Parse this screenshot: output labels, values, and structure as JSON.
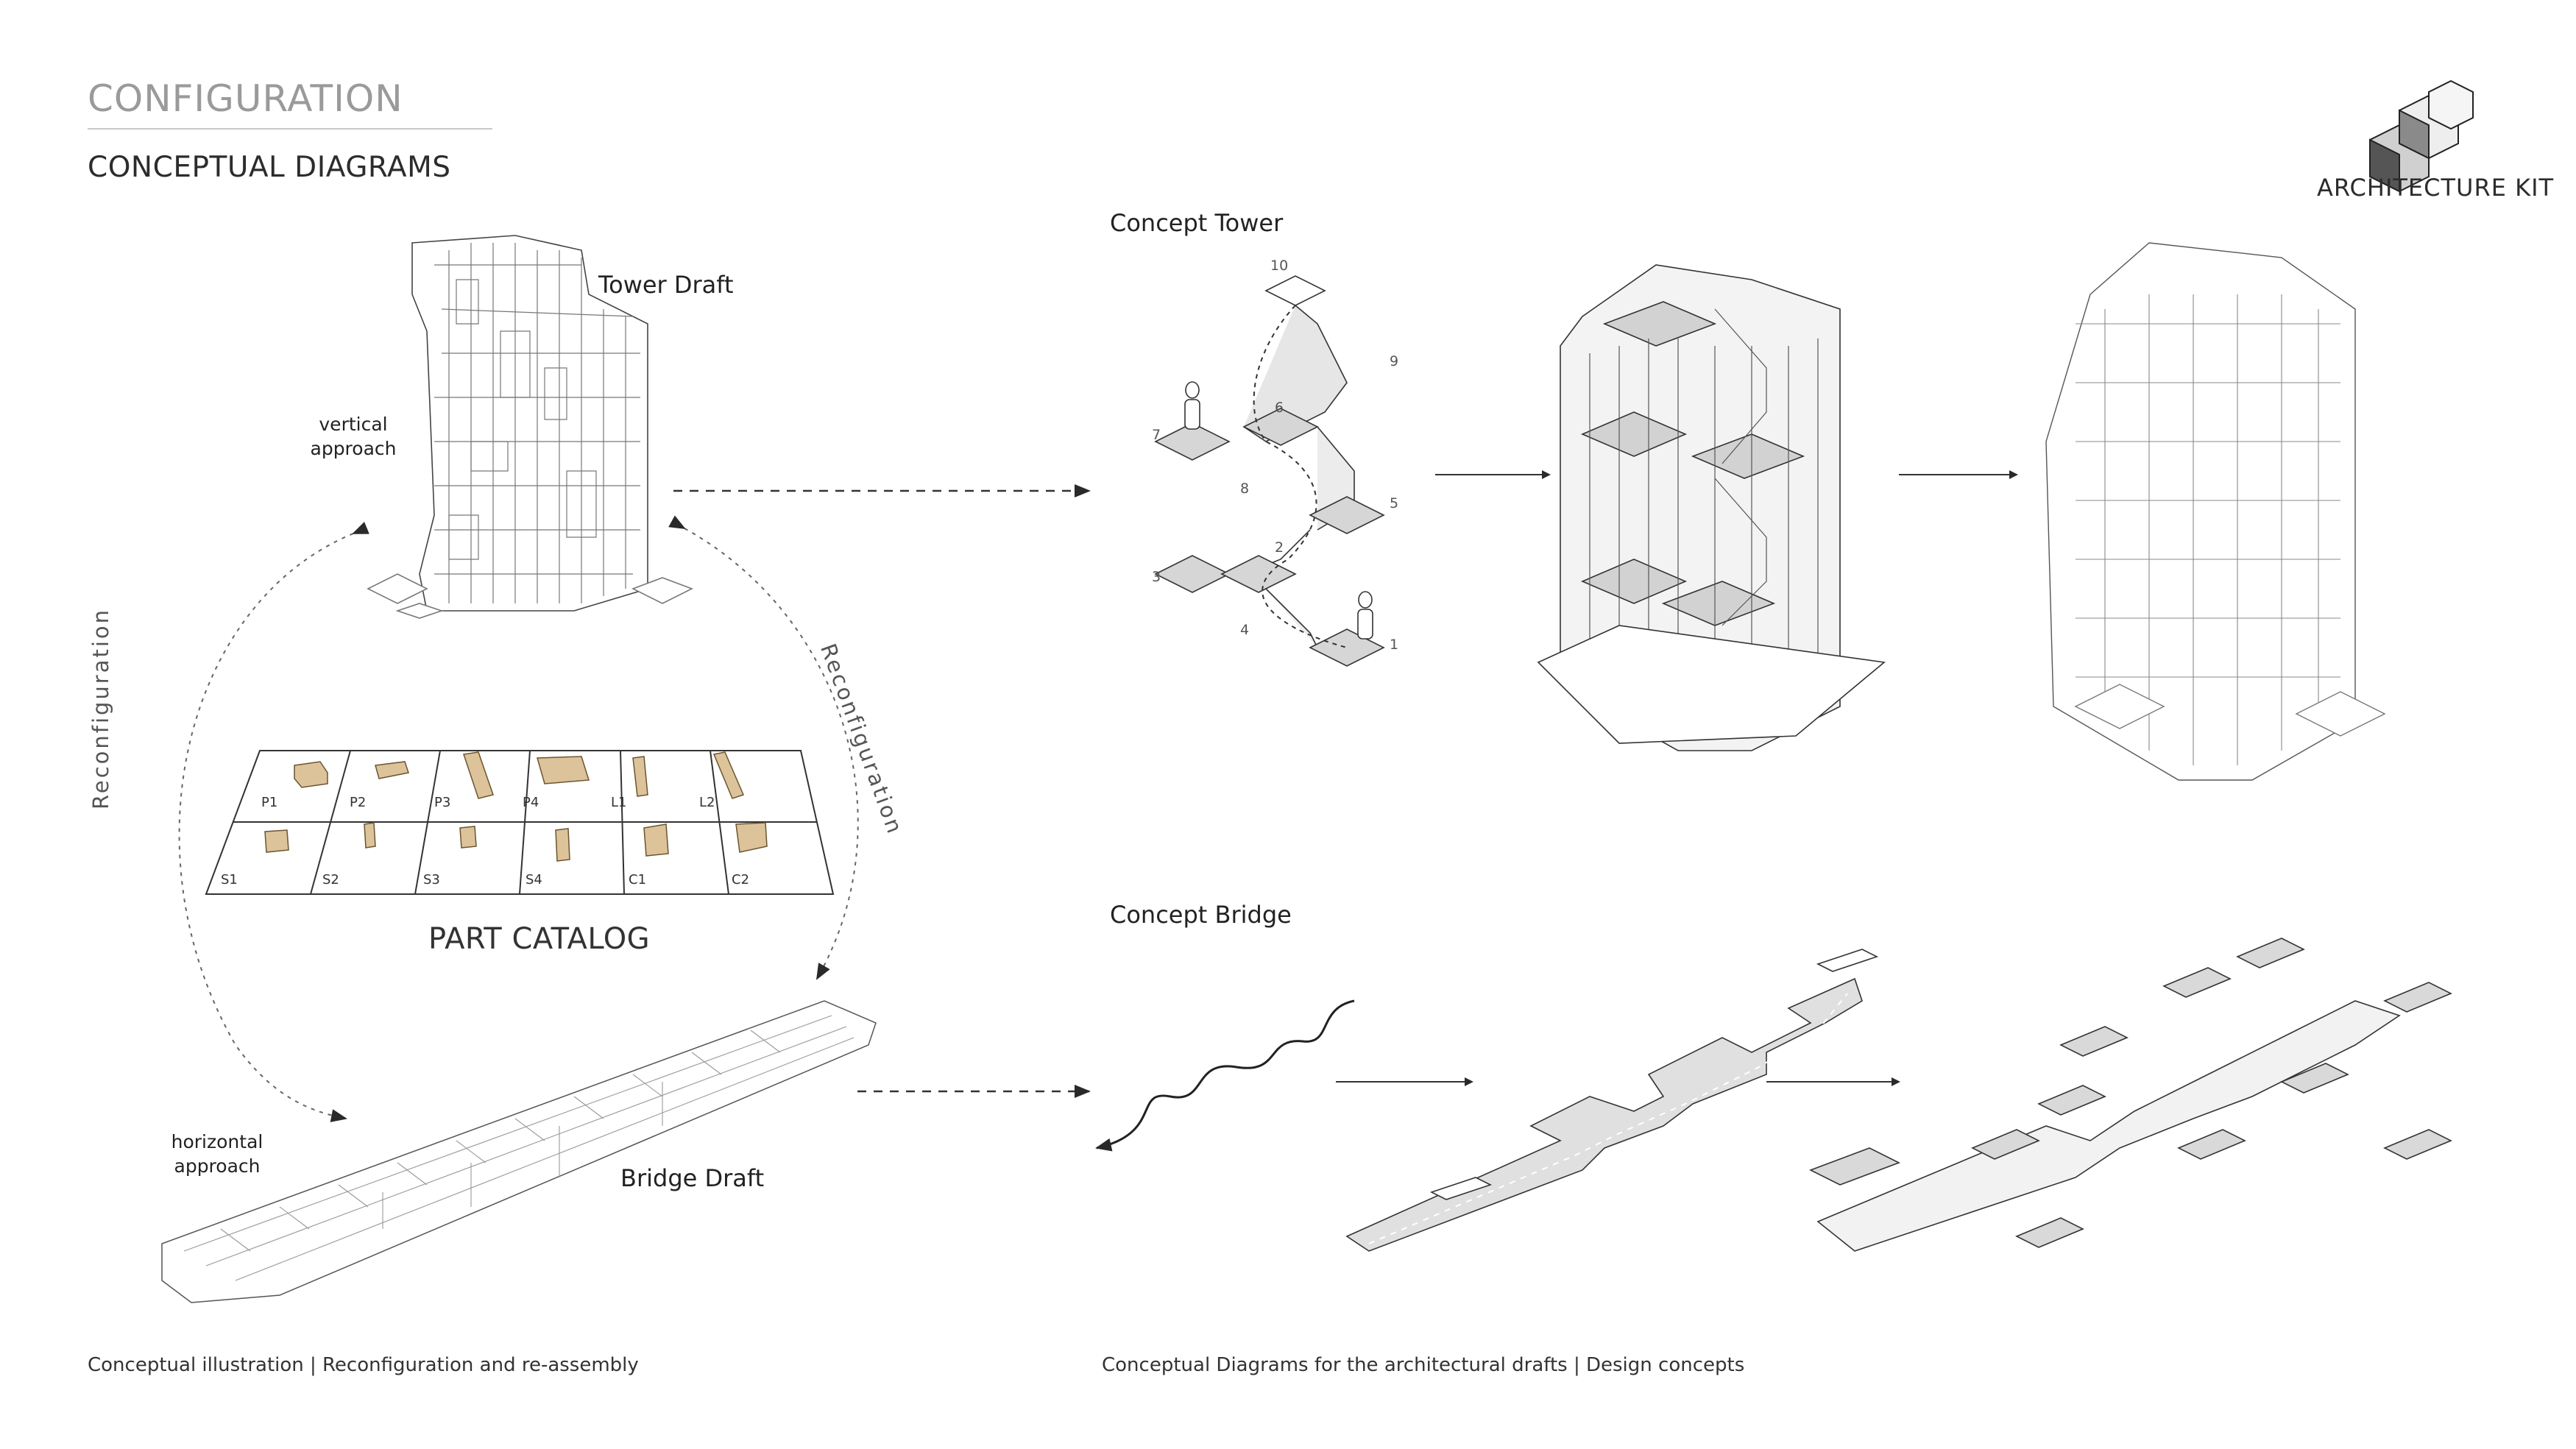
{
  "header": {
    "section": "CONFIGURATION",
    "page_title": "CONCEPTUAL DIAGRAMS",
    "kit_label": "ARCHITECTURE  KIT"
  },
  "left": {
    "tower_draft": "Tower Draft",
    "vertical_approach": [
      "vertical",
      "approach"
    ],
    "horizontal_approach": [
      "horizontal",
      "approach"
    ],
    "bridge_draft": "Bridge Draft",
    "reconfig_left": "Reconfiguration",
    "reconfig_right": "Reconfiguration",
    "catalog_title": "PART CATALOG",
    "catalog_parts": [
      "P1",
      "P2",
      "P3",
      "P4",
      "L1",
      "L2",
      "S1",
      "S2",
      "S3",
      "S4",
      "C1",
      "C2"
    ]
  },
  "right": {
    "concept_tower": "Concept Tower",
    "concept_bridge": "Concept Bridge",
    "stair_numbers": [
      "1",
      "2",
      "3",
      "4",
      "5",
      "6",
      "7",
      "8",
      "9",
      "10"
    ]
  },
  "captions": {
    "left": "Conceptual illustration | Reconfiguration and re-assembly",
    "right": "Conceptual Diagrams for the architectural drafts | Design concepts"
  },
  "colors": {
    "part_fill": "#dcc39a",
    "line": "#2a2a2a",
    "light_line": "#888888",
    "plate_fill": "#d6d6d6"
  }
}
